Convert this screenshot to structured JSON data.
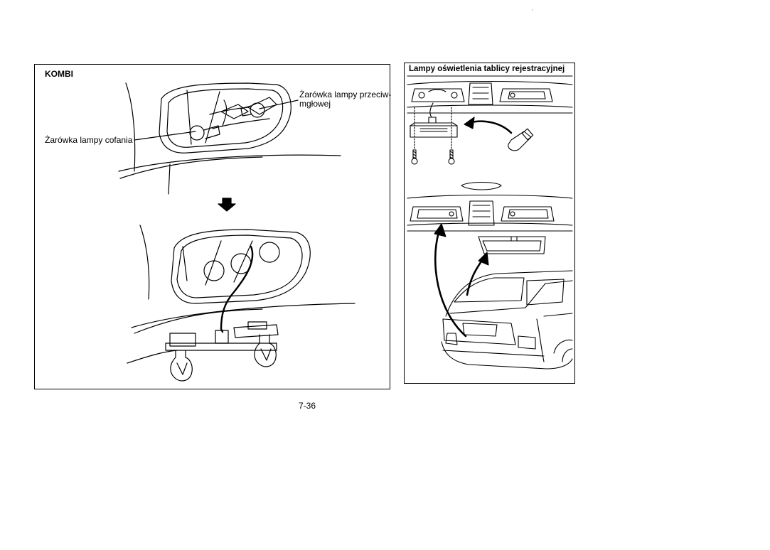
{
  "left_panel": {
    "title": "KOMBI",
    "callout_reverse": "Żarówka lampy cofania",
    "callout_fog_line1": "Żarówka lampy przeciw-",
    "callout_fog_line2": "mgłowej"
  },
  "right_panel": {
    "title": "Lampy oświetlenia tablicy rejestracyjnej"
  },
  "footer": {
    "page_number": "7-36"
  },
  "icons": {
    "step_arrow": "arrow-down-icon",
    "screw": "screw-icon",
    "bulb": "bulb-icon"
  }
}
